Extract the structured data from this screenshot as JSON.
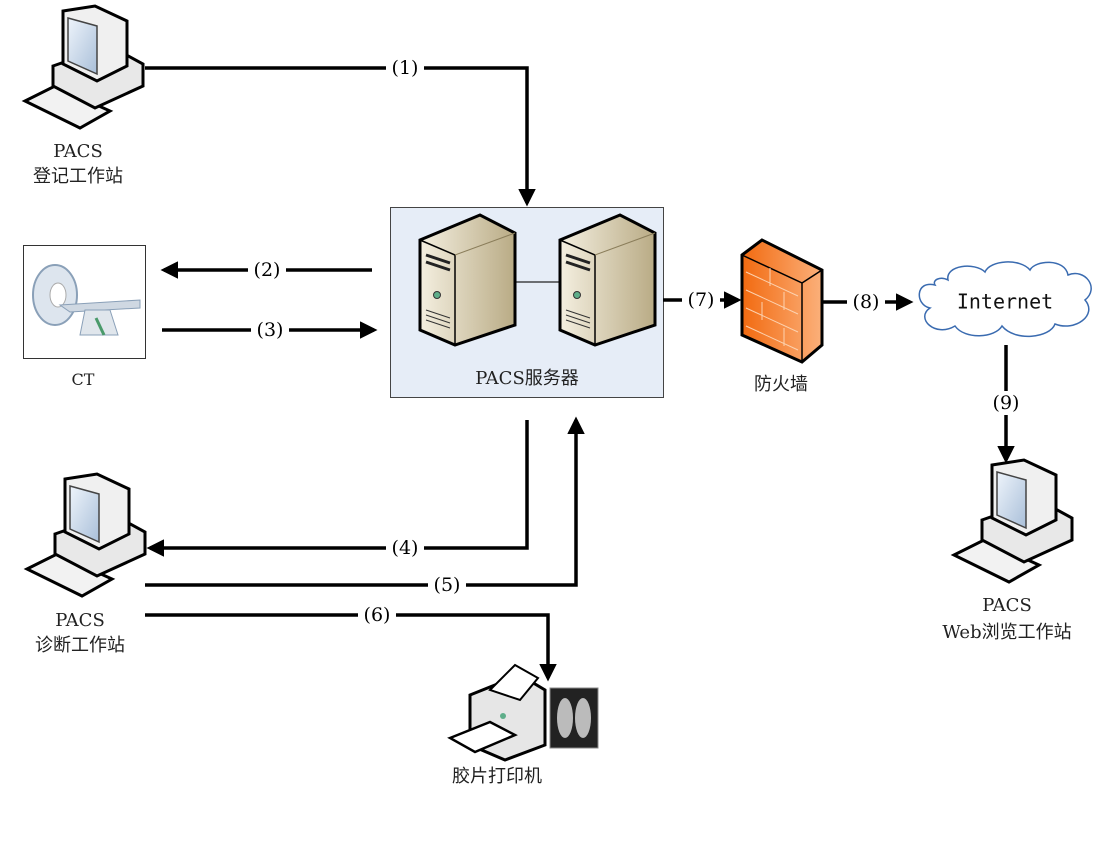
{
  "nodes": {
    "registration": {
      "line1": "PACS",
      "line2": "登记工作站"
    },
    "ct": {
      "label": "CT"
    },
    "server": {
      "label": "PACS服务器"
    },
    "diagnosis": {
      "line1": "PACS",
      "line2": "诊断工作站"
    },
    "printer": {
      "label": "胶片打印机"
    },
    "firewall": {
      "label": "防火墙"
    },
    "internet": {
      "label": "Internet"
    },
    "web": {
      "line1": "PACS",
      "line2": "Web浏览工作站"
    }
  },
  "connections": [
    {
      "label": "(1)",
      "from": "registration",
      "to": "server"
    },
    {
      "label": "(2)",
      "from": "server",
      "to": "ct"
    },
    {
      "label": "(3)",
      "from": "ct",
      "to": "server"
    },
    {
      "label": "(4)",
      "from": "server",
      "to": "diagnosis"
    },
    {
      "label": "(5)",
      "from": "diagnosis",
      "to": "server"
    },
    {
      "label": "(6)",
      "from": "diagnosis",
      "to": "printer"
    },
    {
      "label": "(7)",
      "from": "server",
      "to": "firewall"
    },
    {
      "label": "(8)",
      "from": "firewall",
      "to": "internet"
    },
    {
      "label": "(9)",
      "from": "internet",
      "to": "web"
    }
  ],
  "colors": {
    "server_box": "#e6edf7",
    "firewall": "#f47a20",
    "cloud_stroke": "#3a6bb0",
    "server_body": "#d9cfb4"
  }
}
